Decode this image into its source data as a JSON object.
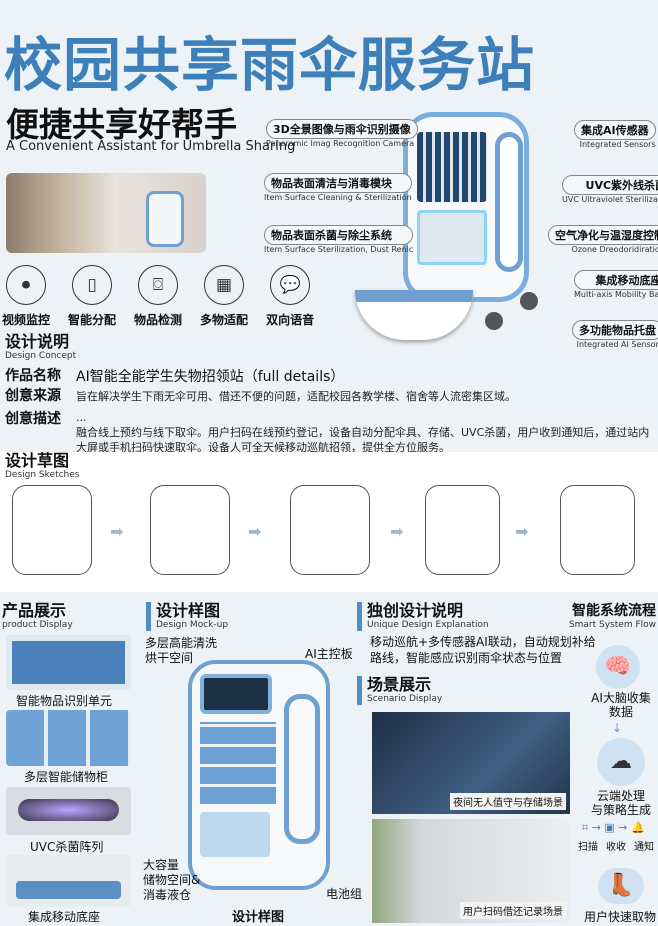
{
  "header": {
    "title": "校园共享雨伞服务站",
    "subtitle": "便捷共享好帮手",
    "subtitle_en": "A Convenient Assistant for Umbrella Sharing"
  },
  "features": [
    {
      "icon": "video-camera-icon",
      "label": "视频监控"
    },
    {
      "icon": "phone-distribution-icon",
      "label": "智能分配"
    },
    {
      "icon": "item-scan-icon",
      "label": "物品检测"
    },
    {
      "icon": "qr-code-icon",
      "label": "多物适配"
    },
    {
      "icon": "chat-bubble-icon",
      "label": "双向语音"
    }
  ],
  "callouts_left": [
    {
      "zh": "3D全景图像与雨伞识别摄像",
      "en": "Panoramic Imag Recognition Camera"
    },
    {
      "zh": "物品表面清洁与消毒模块",
      "en": "Item Surface Cleaning & Sterilization"
    },
    {
      "zh": "物品表面杀菌与除尘系统",
      "en": "Item Surface Sterilization, Dust Renic"
    }
  ],
  "callouts_right": [
    {
      "zh": "集成AI传感器",
      "en": "Integrated Sensors"
    },
    {
      "zh": "UVC紫外线杀菌",
      "en": "UVC Ultraviolet Sterilization"
    },
    {
      "zh": "空气净化与温湿度控制",
      "en": "Ozone Dreodoridirational"
    },
    {
      "zh": "集成移动底座",
      "en": "Multi-axis Mobility Base"
    },
    {
      "zh": "多功能物品托盘",
      "en": "Integrated AI Sensors"
    }
  ],
  "concept": {
    "title": "设计说明",
    "title_en": "Design Concept",
    "rows": [
      {
        "label": "作品名称",
        "value": "AI智能全能学生失物招领站（full details）"
      },
      {
        "label": "创意来源",
        "value": "旨在解决学生下雨无伞可用、借还不便的问题，适配校园各教学楼、宿舍等人流密集区域。"
      },
      {
        "label": "创意描述",
        "value": "...\n融合线上预约与线下取伞。用户扫码在线预约登记，设备自动分配伞具、存储、UVC杀菌，用户收到通知后，通过站内大屏或手机扫码快速取伞。设备人可全天候移动巡航招领，提供全方位服务。"
      }
    ]
  },
  "sketches": {
    "title": "设计草图",
    "title_en": "Design Sketches"
  },
  "product": {
    "title": "产品展示",
    "title_en": "product Display",
    "items": [
      "智能物品识别单元",
      "多层智能储物柜",
      "UVC杀菌阵列",
      "集成移动底座"
    ]
  },
  "mockup": {
    "title": "设计样图",
    "title_en": "Design Mock-up",
    "labels": {
      "top_left": "多层高能清洗\n烘干空间",
      "top_right": "AI主控板",
      "bottom_left": "大容量\n储物空间&\n消毒液仓",
      "bottom_right": "电池组"
    },
    "caption": "设计样图"
  },
  "unique": {
    "title": "独创设计说明",
    "title_en": "Unique Design Explanation",
    "text": "移动巡航+多传感器AI联动，自动规划补给路线，智能感应识别雨伞状态与位置"
  },
  "scenario": {
    "title": "场景展示",
    "title_en": "Scenario Display",
    "captions": [
      "夜间无人值守与存储场景",
      "用户扫码借还记录场景"
    ]
  },
  "flow": {
    "title": "智能系统流程",
    "title_en": "Smart System Flow",
    "steps": [
      "AI大脑收集\n数据",
      "云端处理\n与策略生成",
      "用户快速取物"
    ],
    "mini": [
      "扫描",
      "收收",
      "通知"
    ]
  },
  "colors": {
    "accent": "#3d7fb9",
    "background": "#edf2f6"
  }
}
